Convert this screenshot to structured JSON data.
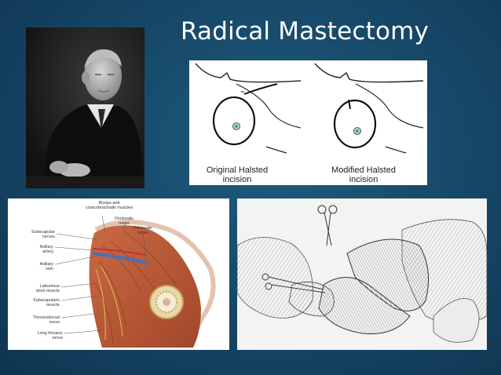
{
  "slide": {
    "title": "Radical Mastectomy"
  },
  "incisions": {
    "left_caption_line1": "Original Halsted",
    "left_caption_line2": "incision",
    "right_caption_line1": "Modified Halsted",
    "right_caption_line2": "incision"
  },
  "anatomy": {
    "labels": {
      "biceps_line1": "Biceps and",
      "biceps_line2": "coracobrachialis muscles",
      "pect_major_line1": "Pectoralis",
      "pect_major_line2": "major",
      "pect_minor_line1": "Pectoralis",
      "pect_minor_line2": "minor",
      "subscap_nerves_line1": "Subscapular",
      "subscap_nerves_line2": "nerves",
      "axillary_artery_line1": "Axillary",
      "axillary_artery_line2": "artery",
      "axillary_vein_line1": "Axillary",
      "axillary_vein_line2": "vein",
      "latissimus_line1": "Latissimus",
      "latissimus_line2": "dorsi muscle",
      "subscapularis_line1": "Subscapularis",
      "subscapularis_line2": "muscle",
      "thoracodorsal_line1": "Thoracodorsal",
      "thoracodorsal_line2": "nerve",
      "long_thoracic_line1": "Long thoracic",
      "long_thoracic_line2": "nerve"
    }
  },
  "colors": {
    "background": "#17496a",
    "title": "#ffffff",
    "muscle": "#b5522e",
    "vessel_blue": "#4a6fb5"
  }
}
